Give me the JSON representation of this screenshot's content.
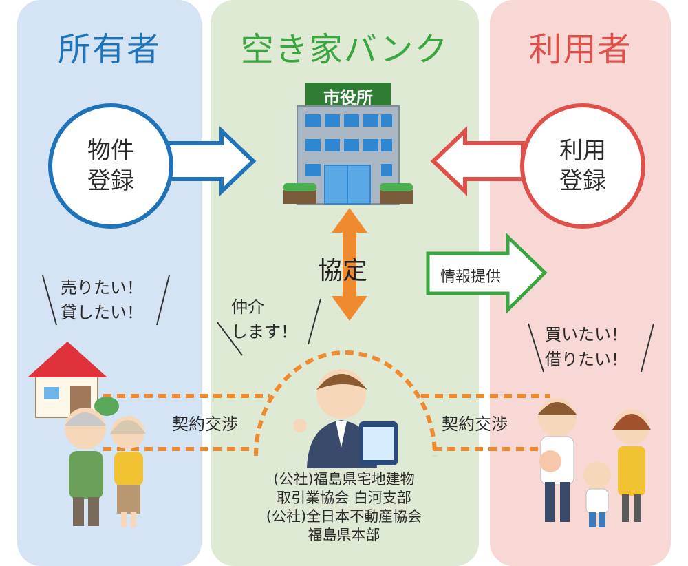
{
  "columns": {
    "owner": {
      "title": "所有者",
      "circle": [
        "物件",
        "登録"
      ],
      "speech": [
        "売りたい！",
        "貸したい！"
      ]
    },
    "bank": {
      "title": "空き家バンク",
      "building_sign": "市役所",
      "agreement": "協定",
      "speech": [
        "仲介",
        "します！"
      ],
      "agency": [
        "(公社)福島県宅地建物",
        "取引業協会 白河支部",
        "(公社)全日本不動産協会",
        "福島県本部"
      ]
    },
    "user": {
      "title": "利用者",
      "circle": [
        "利用",
        "登録"
      ],
      "speech": [
        "買いたい！",
        "借りたい！"
      ]
    }
  },
  "info_provision": "情報提供",
  "negotiation_left": "契約交渉",
  "negotiation_right": "契約交渉",
  "colors": {
    "owner": "#1f73b8",
    "bank": "#3aa640",
    "user": "#e0504a",
    "orange": "#ef8a2e"
  }
}
